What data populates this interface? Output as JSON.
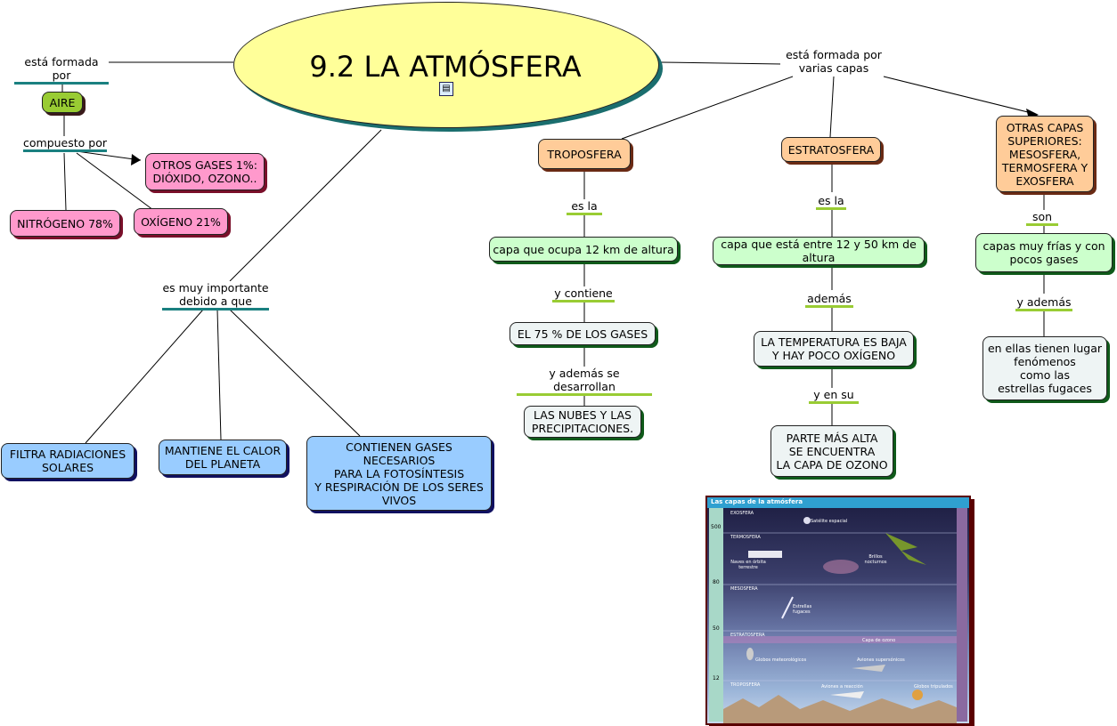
{
  "title": "9.2 LA ATMÓSFERA",
  "links": {
    "formada_por": "está formada por",
    "compuesto_por": "compuesto por",
    "importante": "es muy importante\ndebido a que",
    "varias_capas": "está formada por\nvarias capas",
    "es_la_1": "es la",
    "y_contiene": "y contiene",
    "y_ademas_desarrollan": "y además se desarrollan",
    "es_la_2": "es la",
    "ademas": "además",
    "y_en_su": "y en su",
    "son": "son",
    "y_ademas": "y además"
  },
  "nodes": {
    "aire": "AIRE",
    "otros_gases": "OTROS GASES 1%:\nDIÓXIDO, OZONO..",
    "nitrogeno": "NITRÓGENO 78%",
    "oxigeno": "OXÍGENO 21%",
    "filtra": "FILTRA RADIACIONES\nSOLARES",
    "mantiene": "MANTIENE EL CALOR\nDEL PLANETA",
    "contienen": "CONTIENEN GASES\nNECESARIOS\nPARA LA FOTOSÍNTESIS\nY RESPIRACIÓN DE LOS SERES\nVIVOS",
    "troposfera": "TROPOSFERA",
    "tropo_def": "capa que ocupa 12 km de altura",
    "tropo_gases": "EL 75 % DE LOS GASES",
    "tropo_nubes": "LAS NUBES Y LAS\nPRECIPITACIONES.",
    "estratosfera": "ESTRATOSFERA",
    "estrato_def": "capa que está entre 12 y 50 km de altura",
    "estrato_temp": "LA TEMPERATURA ES BAJA\nY HAY POCO OXÍGENO",
    "estrato_ozono": "PARTE MÁS ALTA\nSE ENCUENTRA\nLA CAPA DE OZONO",
    "otras_capas": "OTRAS CAPAS\nSUPERIORES:\nMESOSFERA,\nTERMOSFERA Y\nEXOSFERA",
    "otras_def": "capas muy frías y con\npocos gases",
    "otras_fenomenos": "en ellas tienen lugar\nfenómenos\ncomo las\nestrellas fugaces"
  },
  "picture": {
    "header": "Las capas de la atmósfera",
    "layers": [
      "EXOSFERA",
      "TERMOSFERA",
      "MESOSFERA",
      "ESTRATOSFERA",
      "TROPOSFERA"
    ],
    "scale": [
      "500",
      "80",
      "50",
      "12"
    ],
    "captions": [
      "Satélite espacial",
      "Naves en órbita terrestre",
      "Brillos nocturnos",
      "Estrellas fugaces",
      "Capa de ozono",
      "Globos meteorológicos",
      "Aviones supersónicos",
      "Aviones a reacción",
      "Globos tripulados"
    ]
  },
  "colors": {
    "title_fill": "#ffff99",
    "pink": "#ff99cc",
    "blue": "#99ccff",
    "orange": "#ffcc99",
    "green": "#ccffcc",
    "teal": "#1a8080",
    "lime": "#99cc33"
  }
}
